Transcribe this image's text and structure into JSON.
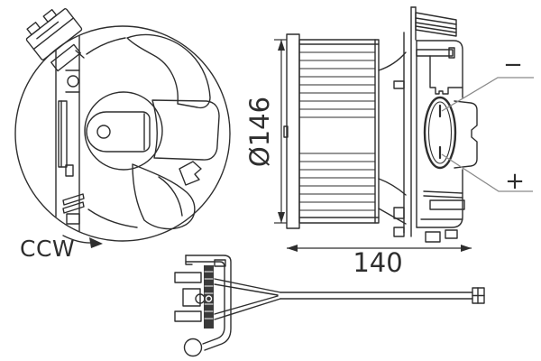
{
  "drawing": {
    "description": "Technical line drawing of an interior blower motor shown in three orthographic views",
    "colors": {
      "line": "#2e2e2e",
      "leader": "#8a8a8a",
      "background": "#ffffff",
      "hatch_fill": "#3a3a3a"
    }
  },
  "front_view": {
    "rotation_label": "CCW"
  },
  "side_view": {
    "diameter_label": "Ø146",
    "diameter_value_mm": 146,
    "width_label": "140",
    "width_value_mm": 140,
    "negative_terminal_label": "−",
    "positive_terminal_label": "+"
  }
}
